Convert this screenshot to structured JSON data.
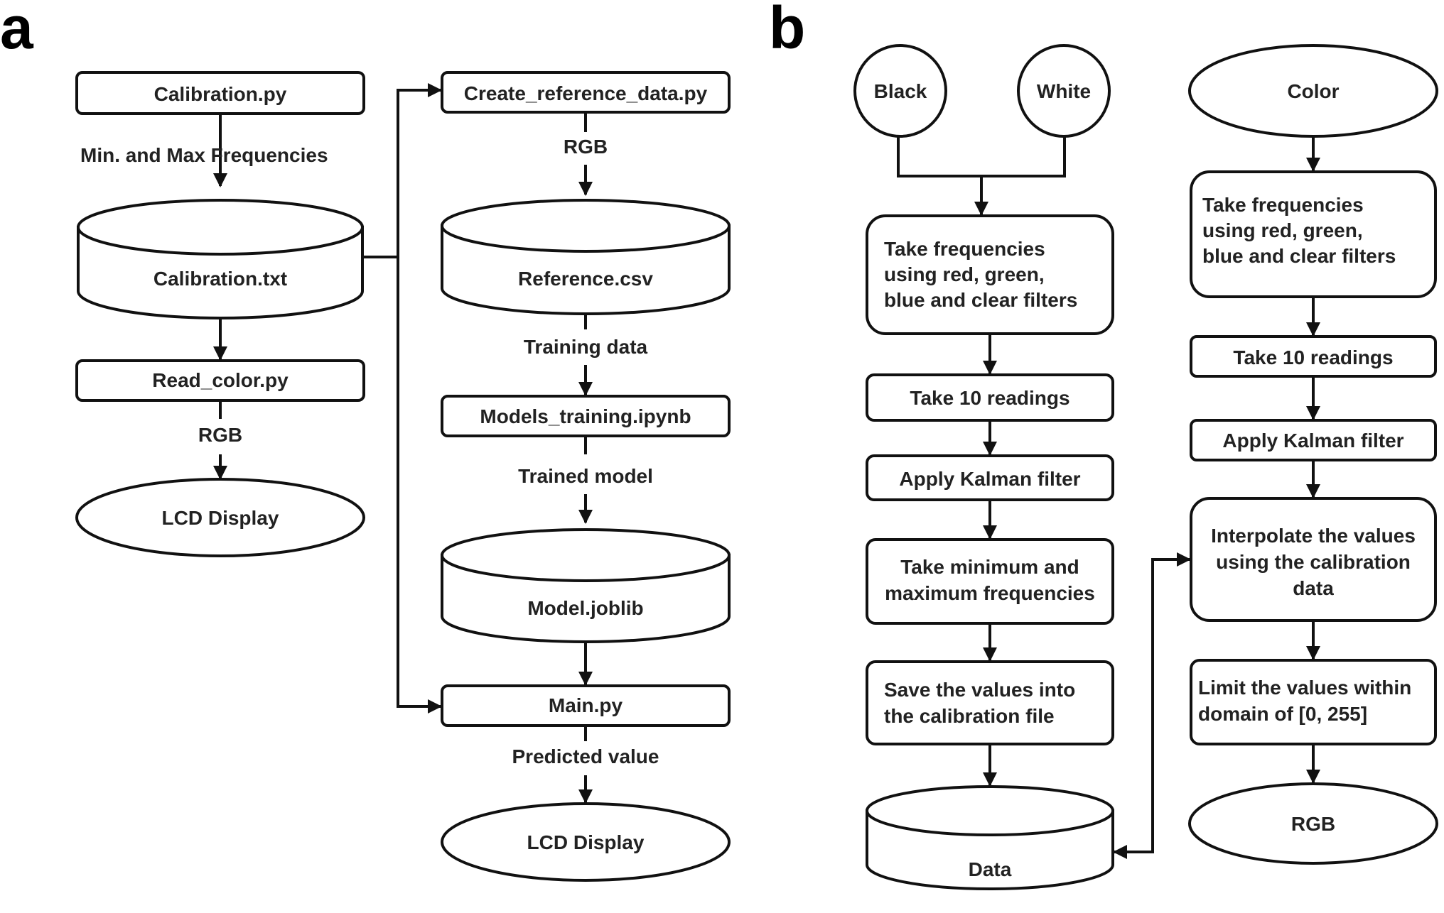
{
  "panels": {
    "a": {
      "label": "a",
      "calibration_py": "Calibration.py",
      "edge_min_max": "Min. and Max  Frequencies",
      "calibration_txt": "Calibration.txt",
      "read_color_py": "Read_color.py",
      "edge_rgb_left": "RGB",
      "lcd_display_left": "LCD Display",
      "create_reference_py": "Create_reference_data.py",
      "edge_rgb_right": "RGB",
      "reference_csv": "Reference.csv",
      "edge_training_data": "Training data",
      "models_training": "Models_training.ipynb",
      "edge_trained_model": "Trained model",
      "model_joblib": "Model.joblib",
      "main_py": "Main.py",
      "edge_predicted_value": "Predicted value",
      "lcd_display_right": "LCD Display"
    },
    "b": {
      "label": "b",
      "black": "Black",
      "white": "White",
      "color": "Color",
      "left": {
        "take_freq": [
          "Take frequencies",
          "using red, green,",
          "blue and clear filters"
        ],
        "take_readings": "Take 10 readings",
        "kalman": "Apply Kalman filter",
        "min_max": [
          "Take minimum and",
          "maximum frequencies"
        ],
        "save": [
          "Save the values into",
          "the calibration file"
        ],
        "data": "Data"
      },
      "right": {
        "take_freq": [
          "Take frequencies",
          "using red, green,",
          "blue and clear filters"
        ],
        "take_readings": "Take 10 readings",
        "kalman": "Apply Kalman filter",
        "interpolate": [
          "Interpolate the values",
          "using the calibration",
          "data"
        ],
        "limit": [
          "Limit the values within",
          "domain of [0, 255]"
        ],
        "rgb": "RGB"
      }
    }
  }
}
